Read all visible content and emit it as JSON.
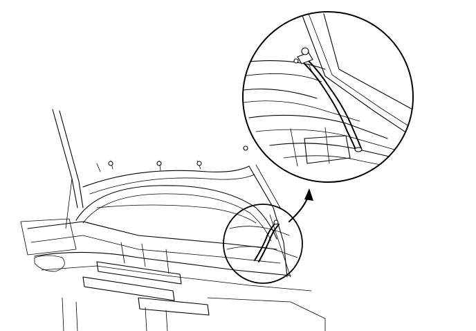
{
  "figure": {
    "background": "#ffffff",
    "line_color": "#000000",
    "callout": {
      "detail_shape": "circle",
      "source_shape": "circle",
      "arrow": "curved-arrow-up"
    },
    "icons": {
      "arrow": "curved-arrow-icon",
      "fastener": "clip-icon"
    }
  }
}
